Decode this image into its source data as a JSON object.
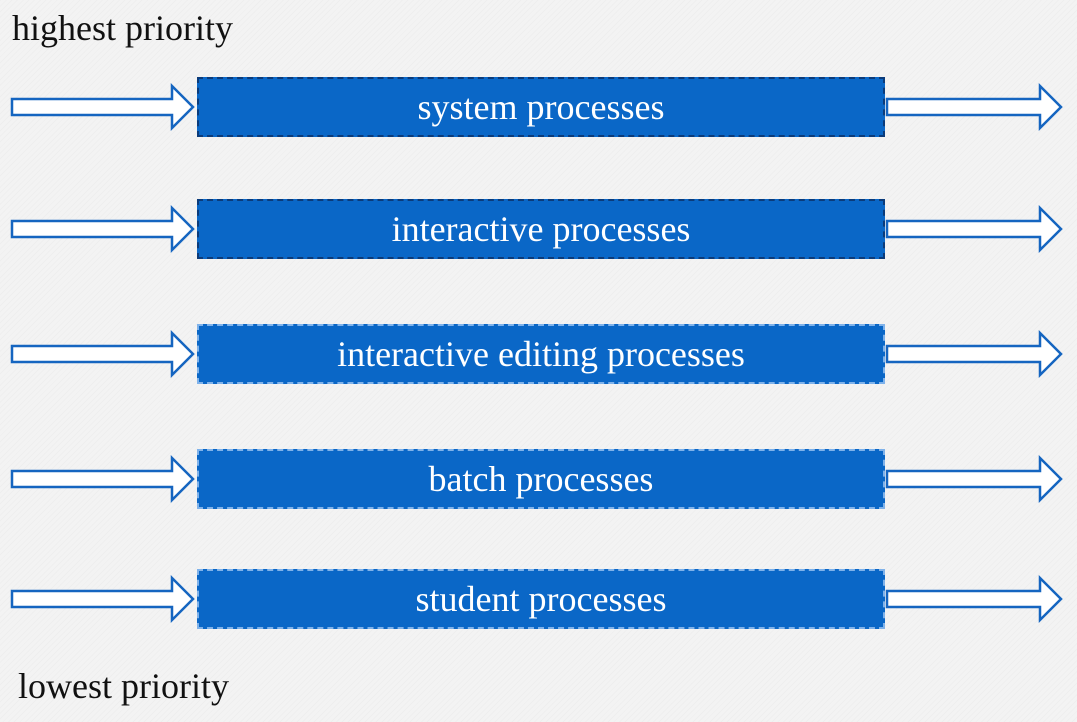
{
  "labels": {
    "highest": "highest priority",
    "lowest": "lowest priority"
  },
  "queues": [
    {
      "label": "system processes"
    },
    {
      "label": "interactive processes"
    },
    {
      "label": "interactive editing processes"
    },
    {
      "label": "batch processes"
    },
    {
      "label": "student processes"
    }
  ],
  "colors": {
    "box_fill": "#0a67c7",
    "box_border_dark": "#0b3b7a",
    "box_border_light": "#7fb2ea",
    "arrow_stroke": "#1565c0",
    "text": "#111111",
    "box_text": "#ffffff"
  }
}
